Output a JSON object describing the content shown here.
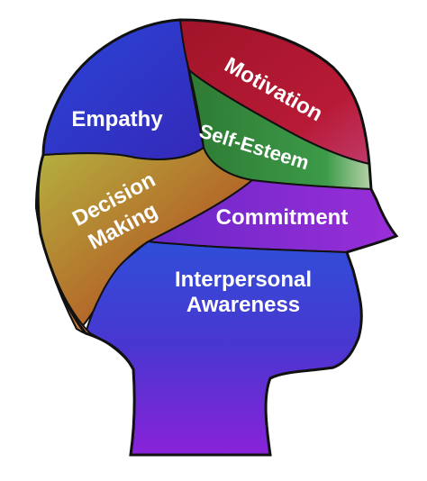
{
  "diagram": {
    "regions": [
      {
        "id": "empathy",
        "label": "Empathy",
        "color": "#2f3fd0"
      },
      {
        "id": "motivation",
        "label": "Motivation",
        "color": "#b0122a"
      },
      {
        "id": "self_esteem",
        "label": "Self-Esteem",
        "color": "#2f8a3e"
      },
      {
        "id": "decision_making",
        "label_line1": "Decision",
        "label_line2": "Making",
        "color": "#b8a03a"
      },
      {
        "id": "commitment",
        "label": "Commitment",
        "color": "#8a2bd8"
      },
      {
        "id": "interpersonal_awareness",
        "label_line1": "Interpersonal",
        "label_line2": "Awareness",
        "color": "#3a40d8"
      }
    ]
  }
}
